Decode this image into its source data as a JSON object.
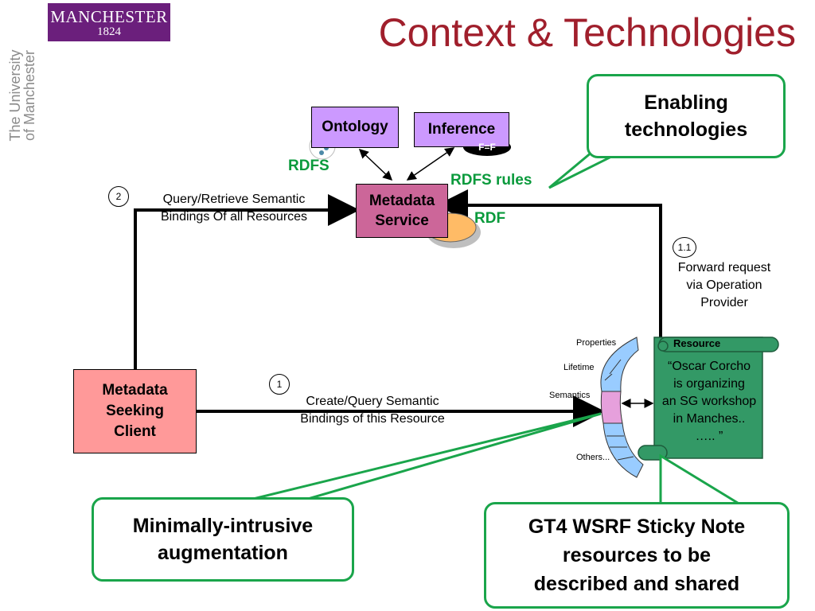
{
  "logo": {
    "name": "MANCHESTER",
    "year": "1824"
  },
  "university_text": [
    "The University",
    "of Manchester"
  ],
  "title": "Context & Technologies",
  "boxes": {
    "ontology": "Ontology",
    "inference": "Inference",
    "metadata_service": [
      "Metadata",
      "Service"
    ],
    "metadata_client": [
      "Metadata",
      "Seeking",
      "Client"
    ]
  },
  "tech_labels": {
    "rdfs": "RDFS",
    "rdfs_rules": "RDFS rules",
    "rdf": "RDF",
    "inference_glyph": "F=F"
  },
  "steps": {
    "step1": {
      "num": "1",
      "lines": [
        "Create/Query Semantic",
        "Bindings of this Resource"
      ]
    },
    "step2": {
      "num": "2",
      "lines": [
        "Query/Retrieve Semantic",
        "Bindings Of all Resources"
      ]
    },
    "step11": {
      "num": "1.1",
      "lines": [
        "Forward request",
        "via Operation",
        "Provider"
      ]
    }
  },
  "operation_provider": {
    "properties": "Properties",
    "lifetime": "Lifetime",
    "semantics": "Semantics",
    "others": "Others..."
  },
  "resource": {
    "header": "Resource",
    "lines": [
      "“Oscar Corcho",
      "is organizing",
      "an SG workshop",
      "in Manches..",
      "….. ”"
    ]
  },
  "callouts": {
    "enabling": [
      "Enabling",
      "technologies"
    ],
    "minimally": [
      "Minimally-intrusive",
      "augmentation"
    ],
    "gt4": [
      "GT4 WSRF Sticky Note",
      "resources to be",
      "described and shared"
    ]
  },
  "colors": {
    "title": "#a01f2c",
    "logo_bg": "#6b1f7c",
    "purple_box": "#cc99ff",
    "service_box": "#cc6699",
    "client_box": "#ff9999",
    "resource": "#339966",
    "callout_border": "#1aa54b",
    "green_text": "#0a9a3c"
  }
}
